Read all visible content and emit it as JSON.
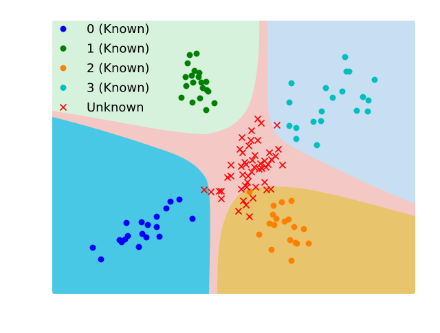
{
  "chart_data": {
    "type": "scatter",
    "title": "",
    "xlabel": "",
    "ylabel": "",
    "axes_visible": false,
    "grid": false,
    "legend_position": "top-left",
    "region_colors": {
      "0": "#48c8e4",
      "1": "#d6f2dc",
      "2": "#e8c46c",
      "3": "#c8def2",
      "Unknown": "#f4c8c4"
    },
    "series": [
      {
        "name": "0 (Known)",
        "marker": "circle",
        "color": "#0000ff",
        "points": [
          [
            135,
            360
          ],
          [
            147,
            377
          ],
          [
            174,
            349
          ],
          [
            177,
            352
          ],
          [
            182,
            348
          ],
          [
            184,
            324
          ],
          [
            186,
            343
          ],
          [
            202,
            359
          ],
          [
            206,
            323
          ],
          [
            207,
            340
          ],
          [
            213,
            345
          ],
          [
            215,
            327
          ],
          [
            228,
            315
          ],
          [
            228,
            330
          ],
          [
            232,
            344
          ],
          [
            242,
            303
          ],
          [
            248,
            293
          ],
          [
            261,
            290
          ],
          [
            280,
            318
          ]
        ]
      },
      {
        "name": "1 (Known)",
        "marker": "circle",
        "color": "#008000",
        "points": [
          [
            264,
            142
          ],
          [
            270,
            112
          ],
          [
            271,
            125
          ],
          [
            273,
            92
          ],
          [
            276,
            80
          ],
          [
            279,
            110
          ],
          [
            280,
            149
          ],
          [
            281,
            120
          ],
          [
            283,
            103
          ],
          [
            286,
            78
          ],
          [
            289,
            112
          ],
          [
            290,
            106
          ],
          [
            291,
            143
          ],
          [
            293,
            120
          ],
          [
            295,
            128
          ],
          [
            300,
            160
          ],
          [
            301,
            131
          ],
          [
            303,
            133
          ],
          [
            312,
            150
          ],
          [
            300,
            119
          ]
        ]
      },
      {
        "name": "2 (Known)",
        "marker": "circle",
        "color": "#ff7f00",
        "points": [
          [
            363,
            279
          ],
          [
            377,
            341
          ],
          [
            392,
            325
          ],
          [
            395,
            363
          ],
          [
            397,
            312
          ],
          [
            398,
            299
          ],
          [
            399,
            327
          ],
          [
            402,
            318
          ],
          [
            410,
            294
          ],
          [
            414,
            322
          ],
          [
            420,
            319
          ],
          [
            422,
            349
          ],
          [
            424,
            379
          ],
          [
            424,
            292
          ],
          [
            428,
            330
          ],
          [
            430,
            353
          ],
          [
            432,
            354
          ],
          [
            442,
            333
          ],
          [
            449,
            354
          ]
        ]
      },
      {
        "name": "3 (Known)",
        "marker": "circle",
        "color": "#00bfbf",
        "points": [
          [
            421,
            149
          ],
          [
            421,
            183
          ],
          [
            424,
            121
          ],
          [
            431,
            186
          ],
          [
            431,
            202
          ],
          [
            456,
            177
          ],
          [
            461,
            211
          ],
          [
            467,
            176
          ],
          [
            468,
            162
          ],
          [
            474,
            128
          ],
          [
            484,
            142
          ],
          [
            498,
            133
          ],
          [
            502,
            83
          ],
          [
            504,
            104
          ],
          [
            508,
            104
          ],
          [
            519,
            161
          ],
          [
            528,
            141
          ],
          [
            535,
            162
          ],
          [
            536,
            146
          ],
          [
            545,
            116
          ]
        ]
      },
      {
        "name": "Unknown",
        "marker": "x",
        "color": "#ff0000",
        "points": [
          [
            297,
            276
          ],
          [
            307,
            279
          ],
          [
            319,
            278
          ],
          [
            322,
            278
          ],
          [
            322,
            289
          ],
          [
            331,
            258
          ],
          [
            336,
            240
          ],
          [
            336,
            256
          ],
          [
            347,
            307
          ],
          [
            349,
            217
          ],
          [
            351,
            242
          ],
          [
            351,
            275
          ],
          [
            352,
            200
          ],
          [
            353,
            222
          ],
          [
            353,
            254
          ],
          [
            354,
            292
          ],
          [
            356,
            236
          ],
          [
            357,
            270
          ],
          [
            358,
            239
          ],
          [
            358,
            298
          ],
          [
            359,
            272
          ],
          [
            360,
            265
          ],
          [
            361,
            256
          ],
          [
            362,
            212
          ],
          [
            363,
            315
          ],
          [
            365,
            204
          ],
          [
            366,
            190
          ],
          [
            366,
            250
          ],
          [
            367,
            233
          ],
          [
            368,
            288
          ],
          [
            370,
            243
          ],
          [
            371,
            226
          ],
          [
            372,
            272
          ],
          [
            375,
            204
          ],
          [
            375,
            173
          ],
          [
            377,
            246
          ],
          [
            379,
            238
          ],
          [
            380,
            179
          ],
          [
            381,
            245
          ],
          [
            385,
            265
          ],
          [
            385,
            234
          ],
          [
            387,
            243
          ],
          [
            388,
            276
          ],
          [
            390,
            239
          ],
          [
            392,
            222
          ],
          [
            394,
            275
          ],
          [
            395,
            232
          ],
          [
            401,
            227
          ],
          [
            403,
            182
          ],
          [
            405,
            217
          ],
          [
            411,
            240
          ]
        ]
      }
    ]
  }
}
